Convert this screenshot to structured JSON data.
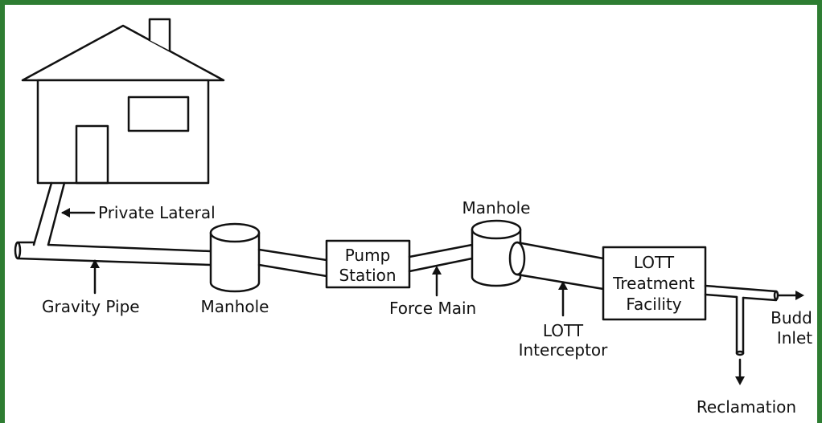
{
  "diagram": {
    "labels": {
      "private_lateral": "Private Lateral",
      "gravity_pipe": "Gravity Pipe",
      "manhole_1": "Manhole",
      "pump_station_l1": "Pump",
      "pump_station_l2": "Station",
      "force_main": "Force Main",
      "manhole_2": "Manhole",
      "lott_interceptor_l1": "LOTT",
      "lott_interceptor_l2": "Interceptor",
      "treatment_l1": "LOTT",
      "treatment_l2": "Treatment",
      "treatment_l3": "Facility",
      "budd_inlet_l1": "Budd",
      "budd_inlet_l2": "Inlet",
      "reclamation": "Reclamation"
    },
    "colors": {
      "border": "#2e7d32",
      "line": "#111111"
    }
  }
}
